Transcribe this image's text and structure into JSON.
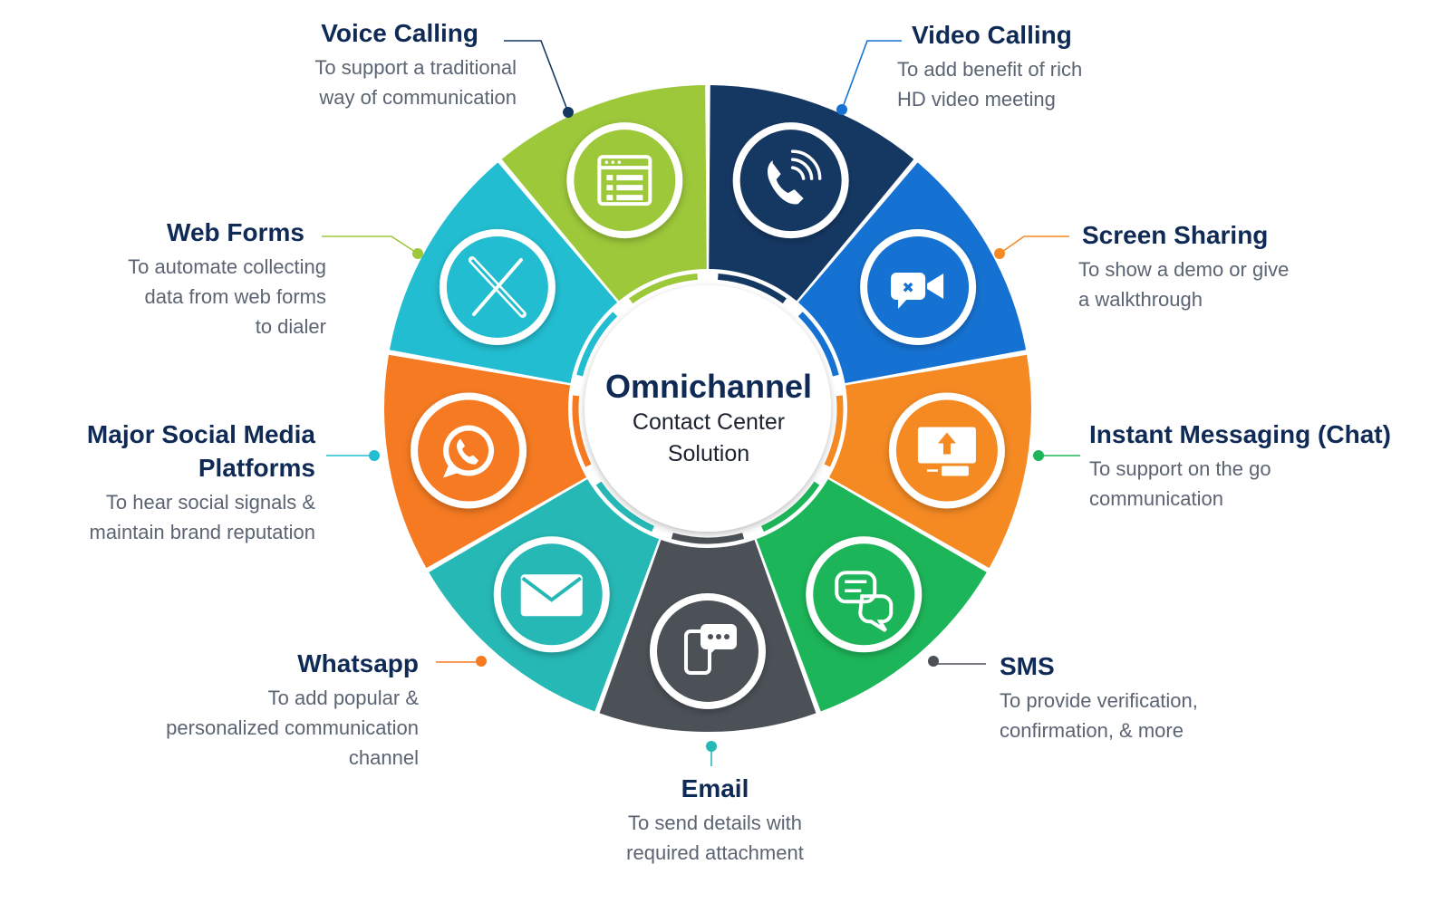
{
  "center": {
    "title": "Omnichannel",
    "subtitle_line1": "Contact Center",
    "subtitle_line2": "Solution"
  },
  "channels": [
    {
      "title": "Voice Calling",
      "desc": [
        "To support a traditional",
        "way of communication"
      ],
      "color": "#153863",
      "icon": "phone-icon"
    },
    {
      "title": "Video Calling",
      "desc": [
        "To add benefit of rich",
        "HD video meeting"
      ],
      "color": "#1672d2",
      "icon": "video-camera-icon"
    },
    {
      "title": "Screen Sharing",
      "desc": [
        "To show a demo or give",
        "a walkthrough"
      ],
      "color": "#f58a23",
      "icon": "screen-share-icon"
    },
    {
      "title": "Instant Messaging (Chat)",
      "desc": [
        "To support on the go",
        "communication"
      ],
      "color": "#1db559",
      "icon": "chat-bubbles-icon"
    },
    {
      "title": "SMS",
      "desc": [
        "To provide verification,",
        "confirmation, & more"
      ],
      "color": "#4b5157",
      "icon": "sms-phone-icon"
    },
    {
      "title": "Email",
      "desc": [
        "To send details with",
        "required attachment"
      ],
      "color": "#26b8b5",
      "icon": "envelope-icon"
    },
    {
      "title": "Whatsapp",
      "desc": [
        "To add popular &",
        "personalized communication",
        "channel"
      ],
      "color": "#f57a22",
      "icon": "whatsapp-icon"
    },
    {
      "title": "Major Social Media Platforms",
      "title_lines": [
        "Major Social Media",
        "Platforms"
      ],
      "desc": [
        "To hear social signals &",
        "maintain brand reputation"
      ],
      "color": "#22bdd1",
      "icon": "x-logo-icon"
    },
    {
      "title": "Web Forms",
      "desc": [
        "To automate collecting",
        "data from web forms",
        "to dialer"
      ],
      "color": "#9dc83a",
      "icon": "web-form-icon"
    }
  ]
}
